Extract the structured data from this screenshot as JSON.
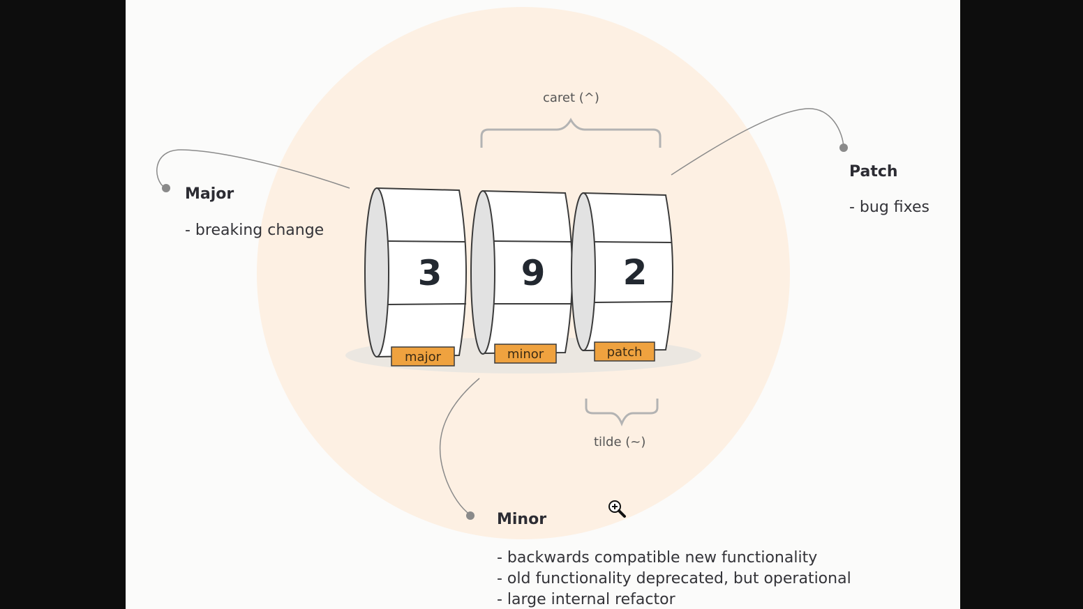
{
  "diagram": {
    "version_digits": {
      "major": "3",
      "minor": "9",
      "patch": "2"
    },
    "drum_labels": {
      "major": "major",
      "minor": "minor",
      "patch": "patch"
    },
    "braces": {
      "caret": "caret (^)",
      "tilde": "tilde (~)"
    },
    "notes": {
      "major": {
        "title": "Major",
        "items": [
          "- breaking change"
        ]
      },
      "minor": {
        "title": "Minor",
        "items": [
          "- backwards compatible new functionality",
          "- old functionality deprecated, but operational",
          "- large internal refactor"
        ]
      },
      "patch": {
        "title": "Patch",
        "items": [
          "- bug fixes"
        ]
      }
    },
    "colors": {
      "background_circle": "#fdf0e3",
      "label_tag": "#efa23f",
      "connector_line": "#8a8a8a",
      "text": "#2c2c33"
    },
    "cursor_icon": "zoom-in-icon"
  }
}
